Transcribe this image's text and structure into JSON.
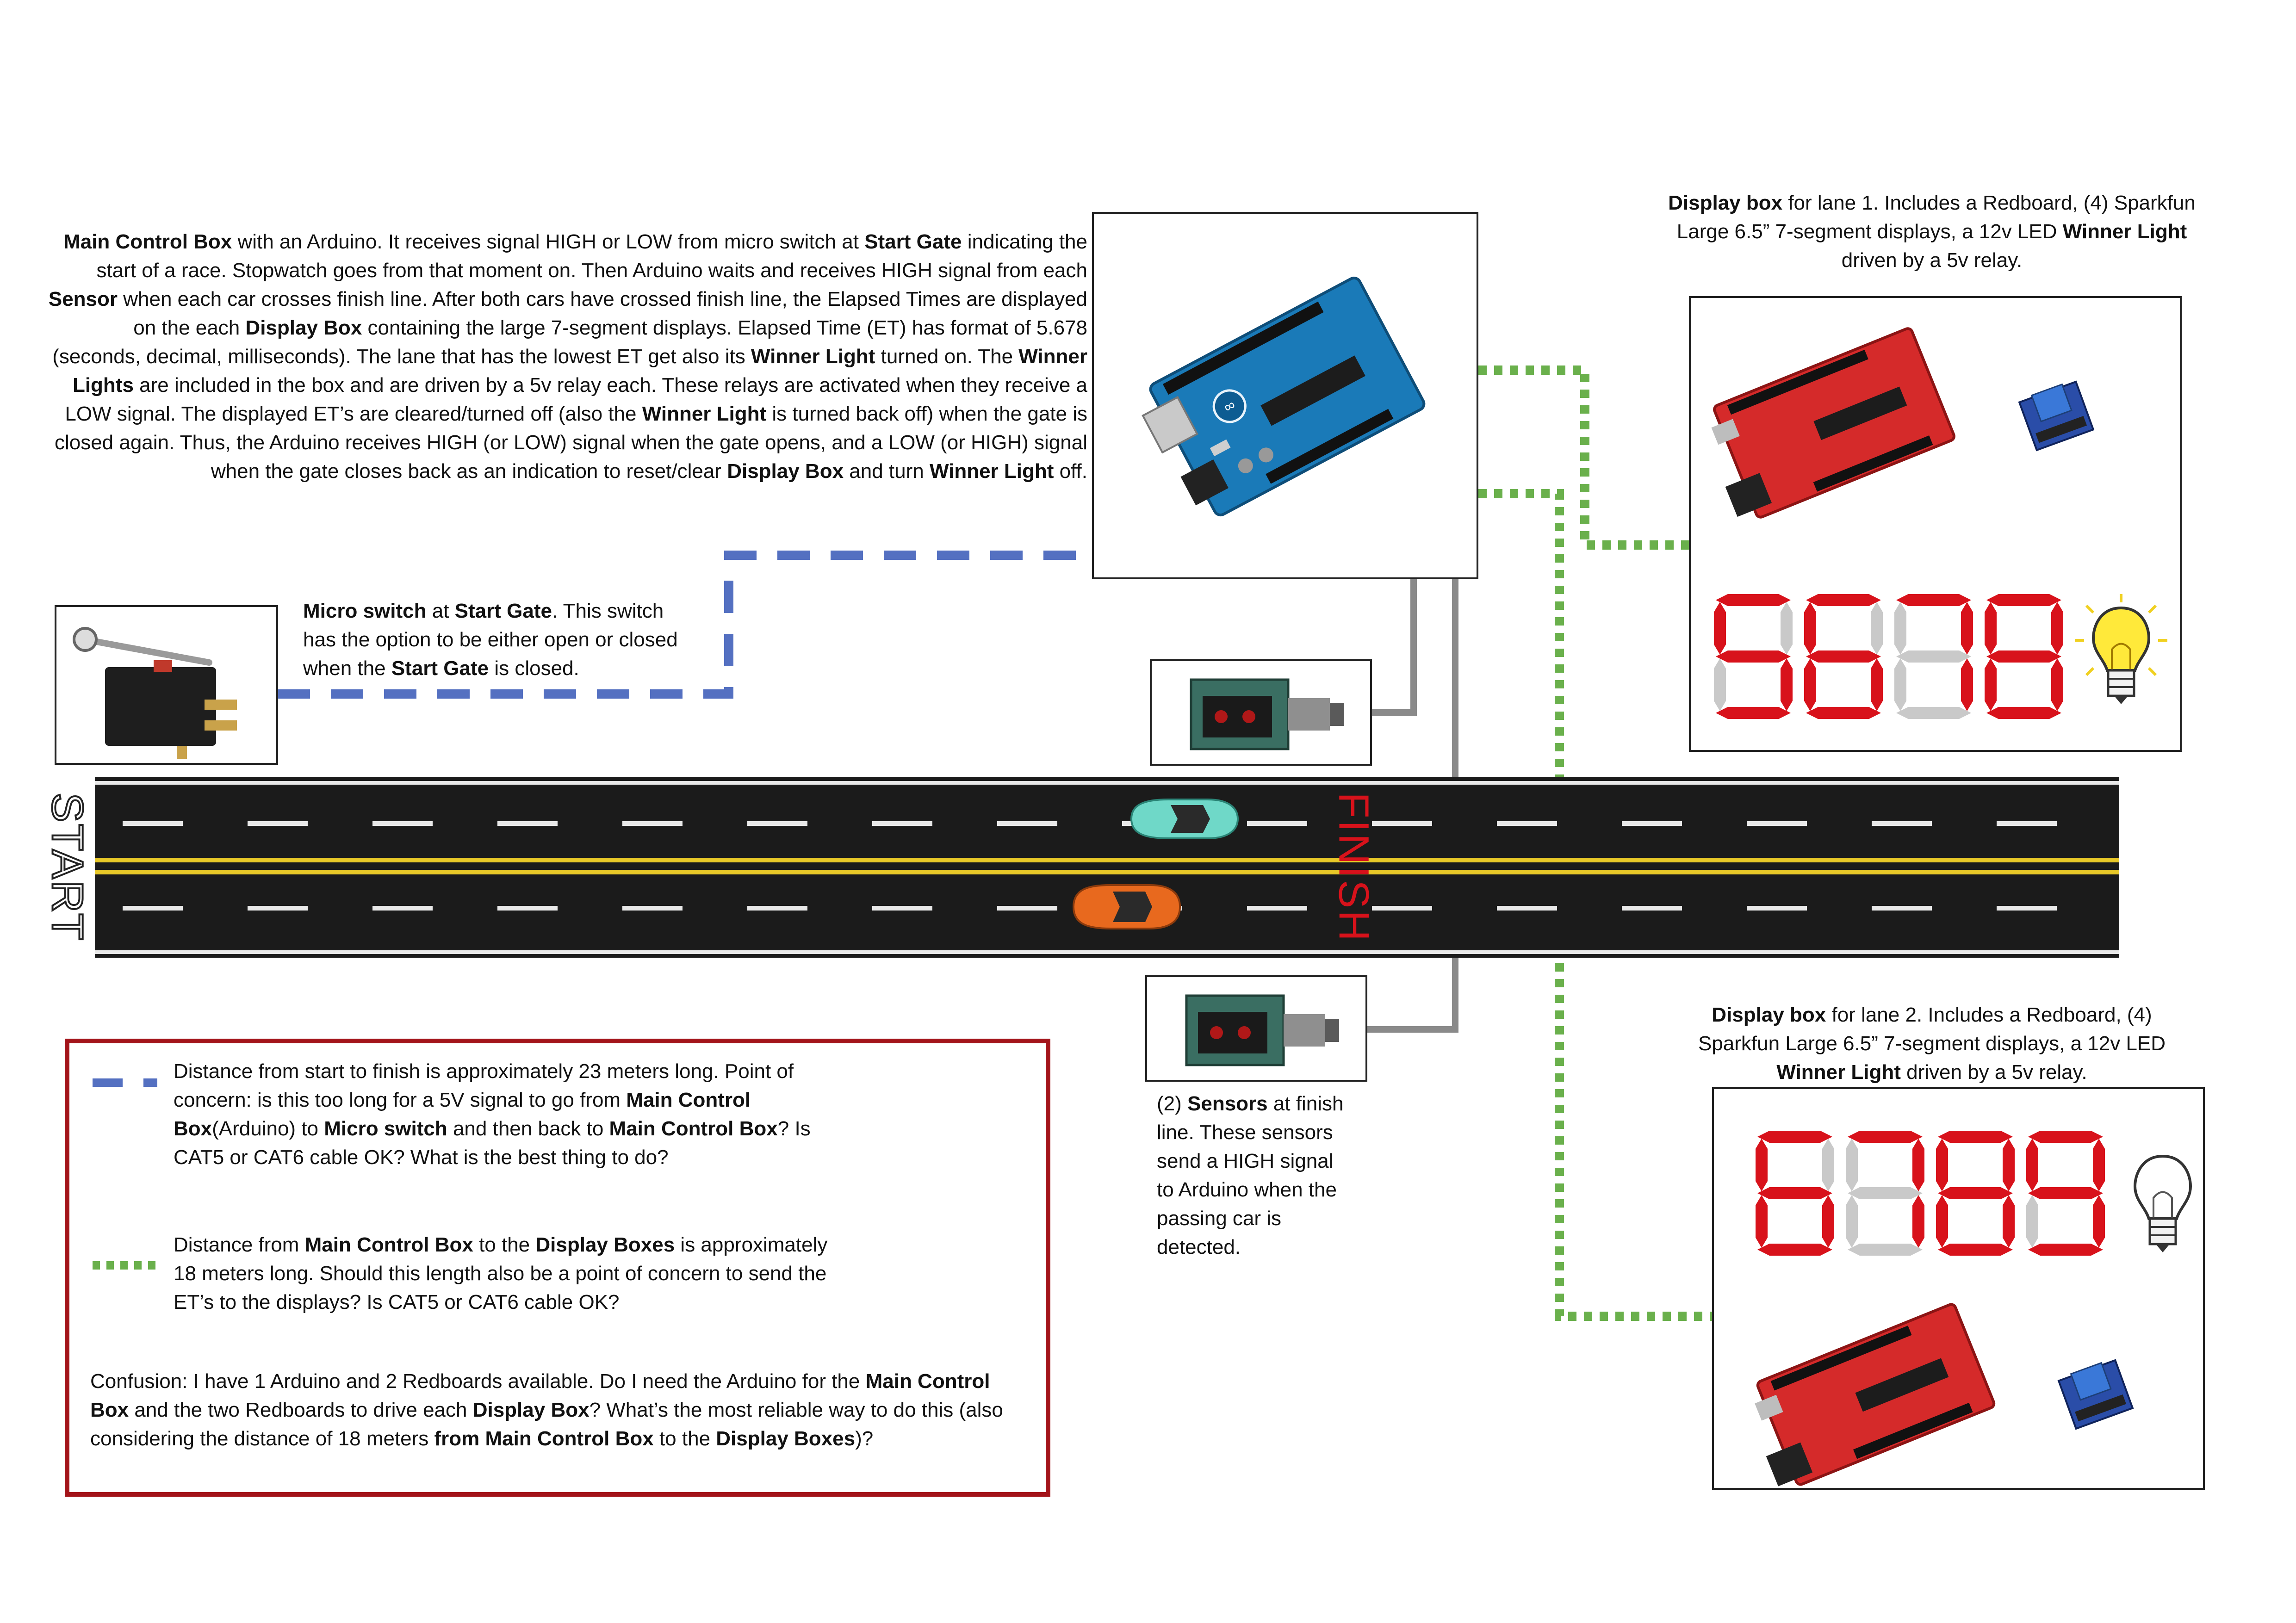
{
  "main_description": [
    {
      "t": "Main Control Box",
      "b": true
    },
    {
      "t": " with an Arduino. It receives signal HIGH or LOW from micro switch at ",
      "b": false
    },
    {
      "t": "Start Gate",
      "b": true
    },
    {
      "t": " indicating the start of a race. Stopwatch goes from that moment on. Then Arduino waits and receives HIGH signal from each ",
      "b": false
    },
    {
      "t": "Sensor",
      "b": true
    },
    {
      "t": " when each car crosses finish line. After both cars have crossed finish line, the Elapsed Times are displayed on the each ",
      "b": false
    },
    {
      "t": "Display Box",
      "b": true
    },
    {
      "t": " containing the large 7-segment displays. Elapsed Time (ET) has format of 5.678 (seconds, decimal, milliseconds). The lane that has the lowest ET get also its ",
      "b": false
    },
    {
      "t": "Winner Light",
      "b": true
    },
    {
      "t": " turned on. The ",
      "b": false
    },
    {
      "t": "Winner Lights",
      "b": true
    },
    {
      "t": " are included in the box and are driven by a 5v relay each. These relays are activated when they receive a LOW signal. The displayed ET’s are cleared/turned off (also the ",
      "b": false
    },
    {
      "t": "Winner Light",
      "b": true
    },
    {
      "t": " is turned back off) when the gate is closed again. Thus, the Arduino receives HIGH (or LOW) signal when the gate opens, and a LOW (or HIGH) signal when the gate closes back as an indication to reset/clear ",
      "b": false
    },
    {
      "t": "Display Box",
      "b": true
    },
    {
      "t": " and turn ",
      "b": false
    },
    {
      "t": "Winner Light",
      "b": true
    },
    {
      "t": " off.",
      "b": false
    }
  ],
  "display1_caption": [
    {
      "t": "Display box",
      "b": true
    },
    {
      "t": " for lane 1. Includes a Redboard, (4) Sparkfun Large 6.5” 7-segment displays, a 12v LED ",
      "b": false
    },
    {
      "t": "Winner Light",
      "b": true
    },
    {
      "t": " driven by a 5v relay.",
      "b": false
    }
  ],
  "display2_caption": [
    {
      "t": "Display box",
      "b": true
    },
    {
      "t": " for lane 2. Includes a Redboard, (4) Sparkfun Large 6.5” 7-segment displays, a 12v LED ",
      "b": false
    },
    {
      "t": "Winner Light",
      "b": true
    },
    {
      "t": " driven by a 5v relay.",
      "b": false
    }
  ],
  "switch_caption": [
    {
      "t": "Micro switch",
      "b": true
    },
    {
      "t": " at ",
      "b": false
    },
    {
      "t": "Start Gate",
      "b": true
    },
    {
      "t": ". This switch has the option to be either open or closed when the ",
      "b": false
    },
    {
      "t": "Start Gate",
      "b": true
    },
    {
      "t": " is closed.",
      "b": false
    }
  ],
  "sensor_caption": [
    {
      "t": "(2) ",
      "b": false
    },
    {
      "t": "Sensors",
      "b": true
    },
    {
      "t": " at finish line. These sensors send a HIGH signal to Arduino when the passing car is detected.",
      "b": false
    }
  ],
  "track": {
    "start_label": "START",
    "finish_label": "FINISH"
  },
  "display1_digits": "5678",
  "display2_digits": "6789",
  "winner_light_lane1": "on",
  "winner_light_lane2": "off",
  "legend": {
    "blue_note": [
      {
        "t": "Distance from start to finish is approximately 23 meters long. Point of concern: is this too long for a 5V signal to go from ",
        "b": false
      },
      {
        "t": "Main Control Box",
        "b": true
      },
      {
        "t": "(Arduino) to ",
        "b": false
      },
      {
        "t": "Micro switch",
        "b": true
      },
      {
        "t": " and then back to ",
        "b": false
      },
      {
        "t": "Main Control Box",
        "b": true
      },
      {
        "t": "? Is CAT5 or CAT6 cable OK? What is the best thing to do?",
        "b": false
      }
    ],
    "green_note": [
      {
        "t": "Distance from ",
        "b": false
      },
      {
        "t": "Main Control Box",
        "b": true
      },
      {
        "t": " to the ",
        "b": false
      },
      {
        "t": "Display Boxes",
        "b": true
      },
      {
        "t": " is approximately 18 meters long. Should this length also be a point of concern to send the ET’s to the displays? Is CAT5 or CAT6 cable OK?",
        "b": false
      }
    ],
    "confusion_note": [
      {
        "t": "Confusion: I have 1 Arduino and 2 Redboards available.  Do I need the Arduino for the ",
        "b": false
      },
      {
        "t": "Main Control Box",
        "b": true
      },
      {
        "t": " and the two Redboards to drive each ",
        "b": false
      },
      {
        "t": "Display Box",
        "b": true
      },
      {
        "t": "? What’s the most reliable way to do this (also considering the distance of 18 meters ",
        "b": false
      },
      {
        "t": "from Main Control Box",
        "b": true
      },
      {
        "t": " to the ",
        "b": false
      },
      {
        "t": "Display Boxes",
        "b": true
      },
      {
        "t": ")?",
        "b": false
      }
    ]
  },
  "colors": {
    "blue_line": "#5470c1",
    "green_line": "#6ab04c",
    "gray_line": "#8a8a8a",
    "segment_on": "#d8121b",
    "segment_off": "#c9c9c9",
    "legend_border": "#a3141a",
    "road": "#1b1b1b",
    "lane_yellow": "#e8c828",
    "car_lane1": "#6fd8c8",
    "car_lane2": "#e8691e"
  }
}
